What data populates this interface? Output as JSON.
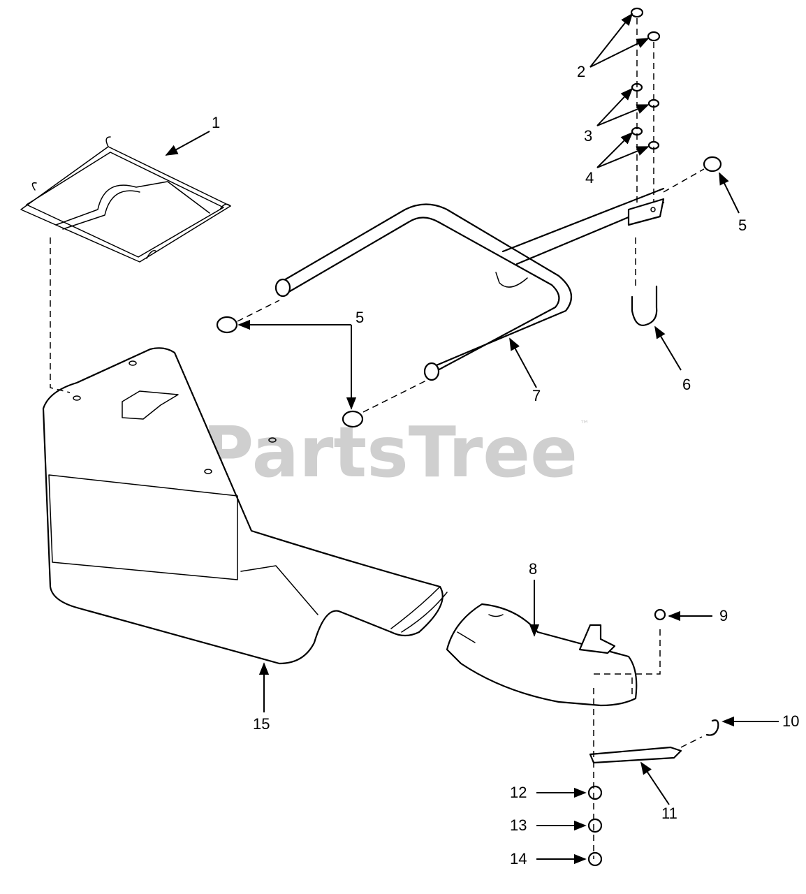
{
  "watermark": {
    "text": "PartsTree",
    "tm": "™"
  },
  "labels": {
    "l1": "1",
    "l2": "2",
    "l3": "3",
    "l4": "4",
    "l5a": "5",
    "l5b": "5",
    "l6": "6",
    "l7": "7",
    "l8": "8",
    "l9": "9",
    "l10": "10",
    "l11": "11",
    "l12": "12",
    "l13": "13",
    "l14": "14",
    "l15": "15"
  }
}
